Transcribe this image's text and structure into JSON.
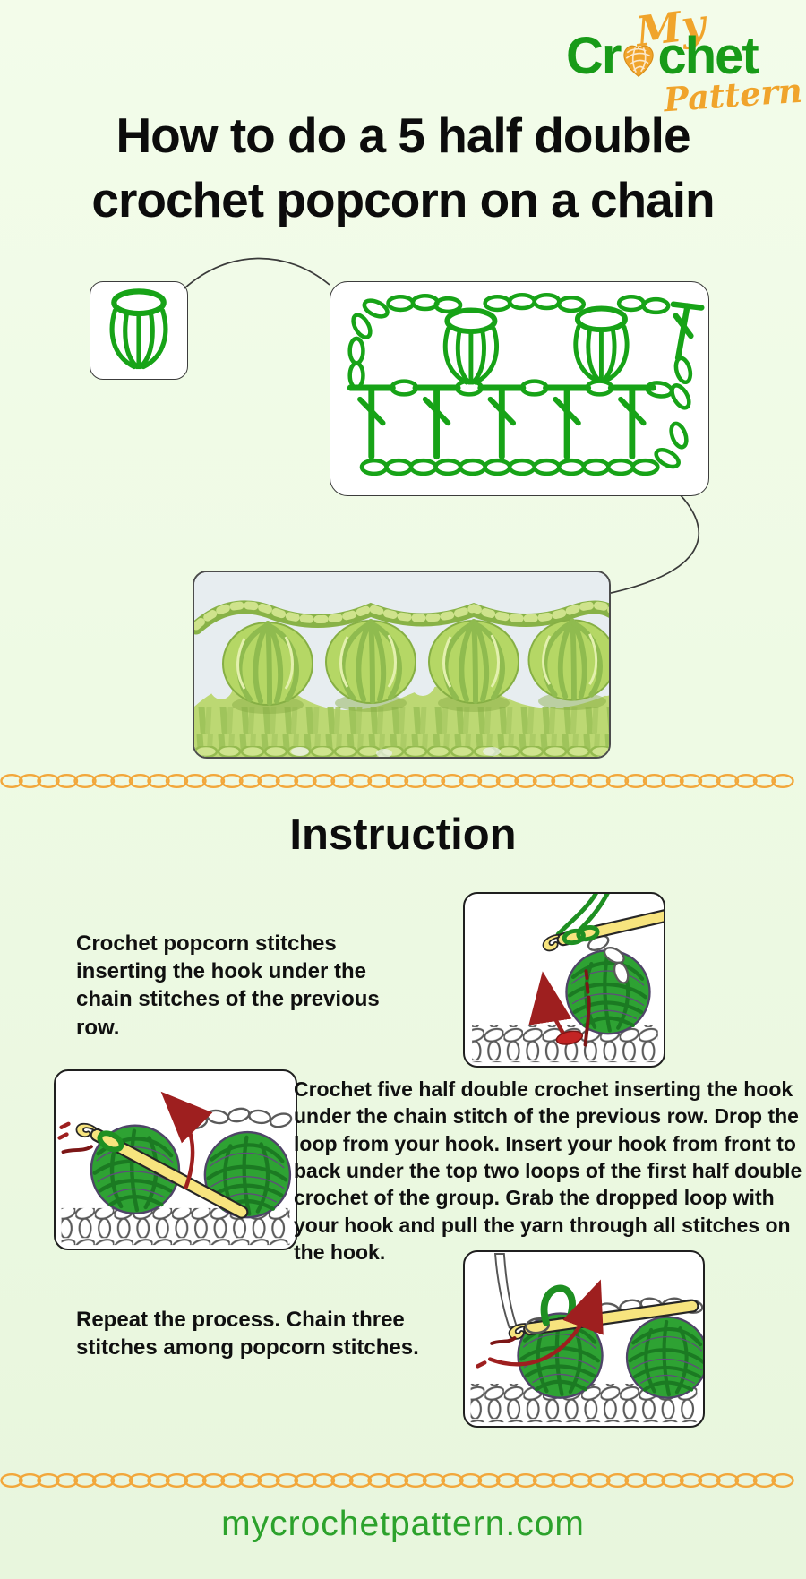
{
  "logo": {
    "word_my": "My",
    "word_crochet_left": "Cr",
    "word_crochet_right": "chet",
    "word_pattern": "Pattern",
    "yarn_icon": "yarn-ball-heart-icon"
  },
  "title": "How to do a 5 half double crochet popcorn on a chain",
  "diagram": {
    "legend_symbol": "popcorn-stitch-symbol",
    "symbols": [
      "chain-stitch-symbol",
      "half-double-crochet-symbol",
      "popcorn-stitch-symbol"
    ]
  },
  "photo": {
    "name": "popcorn-stitch-swatch-photo"
  },
  "instruction": {
    "heading": "Instruction",
    "steps": [
      {
        "text": "Crochet popcorn stitches inserting the hook under the chain stitches of the previous row."
      },
      {
        "text": "Crochet five half double crochet inserting the hook under the chain stitch of the previous row. Drop the loop from your hook. Insert your hook from front to back under the top two loops of the first half double crochet of the group. Grab the dropped loop with your hook and pull the yarn through all stitches on the hook."
      },
      {
        "text": "Repeat the process. Chain three stitches among popcorn stitches."
      }
    ]
  },
  "footer": {
    "website": "mycrochetpattern.com"
  },
  "colors": {
    "brand_green": "#189b18",
    "brand_gold": "#f0a42c",
    "chart_green": "#17a317",
    "divider_gold": "#f2a73b",
    "footer_green": "#2ca22c",
    "title_ink": "#0c0c0c",
    "cartoon_ball_green": "#2ea233",
    "cartoon_hook_yellow": "#f7e47e",
    "cartoon_arrow_red": "#9e1f1f",
    "background_green": "#edf9e3"
  }
}
